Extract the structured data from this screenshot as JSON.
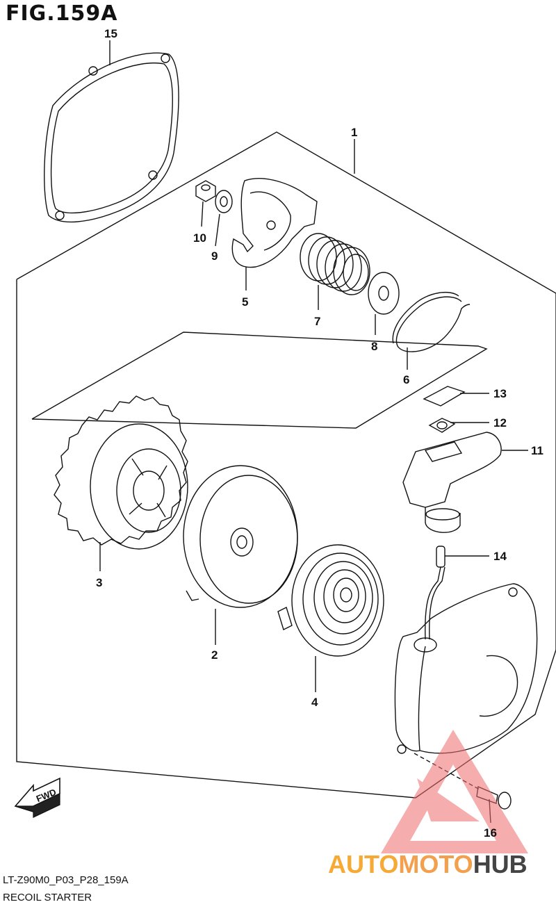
{
  "figure": {
    "title": "FIG.159A",
    "code": "LT-Z90M0_P03_P28_159A",
    "name": "RECOIL STARTER"
  },
  "fwd_label": "FWD",
  "callouts": [
    {
      "id": "c15",
      "label": "15"
    },
    {
      "id": "c1",
      "label": "1"
    },
    {
      "id": "c10",
      "label": "10"
    },
    {
      "id": "c9",
      "label": "9"
    },
    {
      "id": "c5",
      "label": "5"
    },
    {
      "id": "c7",
      "label": "7"
    },
    {
      "id": "c8",
      "label": "8"
    },
    {
      "id": "c6",
      "label": "6"
    },
    {
      "id": "c13",
      "label": "13"
    },
    {
      "id": "c12",
      "label": "12"
    },
    {
      "id": "c11",
      "label": "11"
    },
    {
      "id": "c14",
      "label": "14"
    },
    {
      "id": "c3",
      "label": "3"
    },
    {
      "id": "c2",
      "label": "2"
    },
    {
      "id": "c4",
      "label": "4"
    },
    {
      "id": "c16",
      "label": "16"
    }
  ],
  "watermark": {
    "part1": "AUTO",
    "part2": "MOTO",
    "part3": "HUB",
    "colors": {
      "auto": "#f6a935",
      "moto": "#f2a04d",
      "hub": "#444444",
      "logo": "#ef6b6b"
    }
  }
}
